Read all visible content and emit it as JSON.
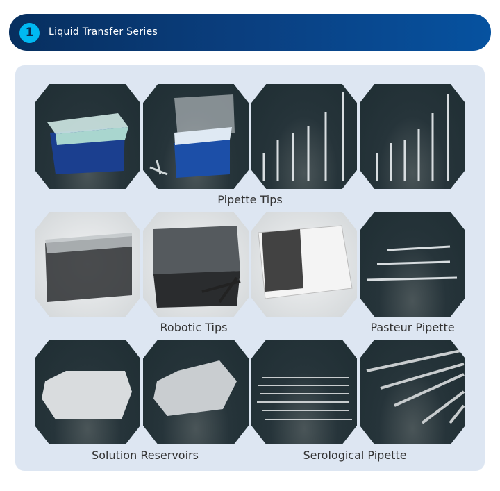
{
  "header": {
    "number": "1",
    "title": "Liquid Transfer Series"
  },
  "groups": {
    "pipette_tips": "Pipette Tips",
    "robotic_tips": "Robotic Tips",
    "pasteur_pipette": "Pasteur Pipette",
    "solution_reservoirs": "Solution Reservoirs",
    "serological_pipette": "Serological Pipette"
  },
  "colors": {
    "header_start": "#072f5f",
    "header_end": "#0652a0",
    "badge": "#00b9f2",
    "panel": "#dde6f2"
  }
}
